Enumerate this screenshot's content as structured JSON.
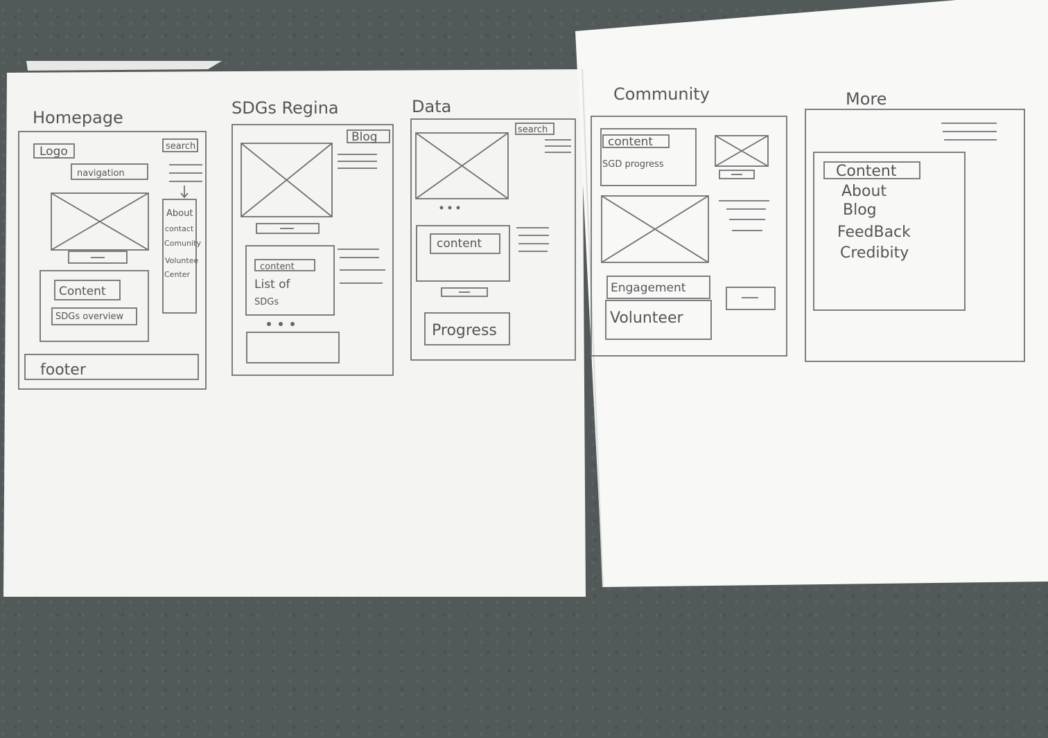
{
  "screens": {
    "homepage": {
      "title": "Homepage",
      "logo": "Logo",
      "search": "search",
      "navigation": "navigation",
      "menu_items": [
        "About",
        "contact",
        "Comunity",
        "Voluntee",
        "Center"
      ],
      "content": "Content",
      "overview": "SDGs overview",
      "footer": "footer"
    },
    "sdgs_region": {
      "title": "SDGs Regina",
      "blog": "Blog",
      "content": "content",
      "list_line1": "List of",
      "list_line2": "SDGs",
      "dots": "•••"
    },
    "data": {
      "title": "Data",
      "search": "search",
      "dots": "•••",
      "content": "content",
      "progress": "Progress"
    },
    "community": {
      "title": "Community",
      "content": "content",
      "sgd_progress": "SGD progress",
      "engagement": "Engagement",
      "volunteer": "Volunteer"
    },
    "more": {
      "title": "More",
      "content": "Content",
      "items": [
        "About",
        "Blog",
        "FeedBack",
        "Credibity"
      ]
    }
  }
}
